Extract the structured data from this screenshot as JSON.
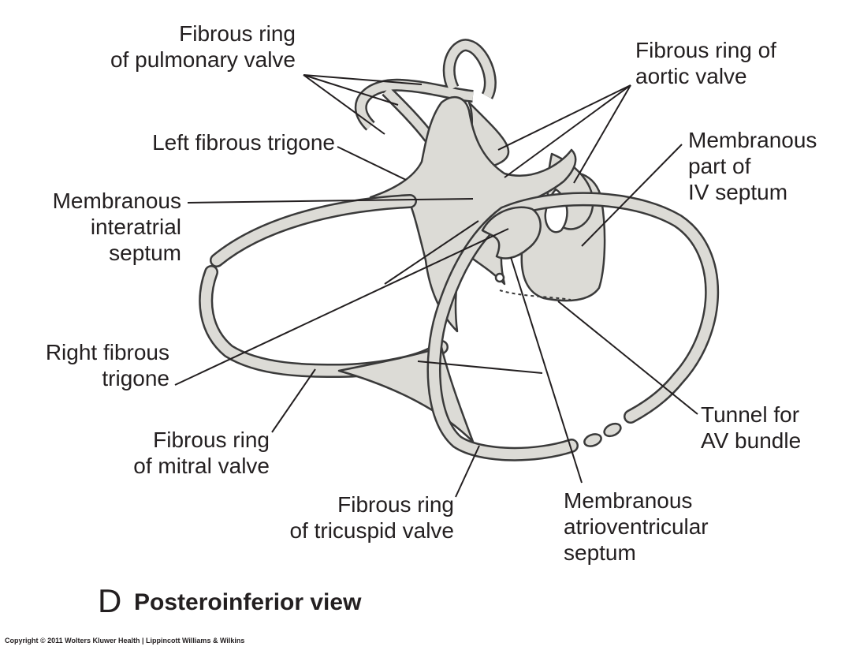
{
  "diagram": {
    "panel_letter": "D",
    "view_title": "Posteroinferior view",
    "copyright": "Copyright © 2011 Wolters Kluwer Health | Lippincott Williams & Wilkins",
    "labels": {
      "pulmonary_ring": [
        "Fibrous ring",
        "of pulmonary valve"
      ],
      "aortic_ring": [
        "Fibrous ring of",
        "aortic valve"
      ],
      "left_trigone": [
        "Left fibrous trigone"
      ],
      "membranous_iv": [
        "Membranous",
        "part of",
        "IV septum"
      ],
      "interatrial": [
        "Membranous",
        "interatrial",
        "septum"
      ],
      "right_trigone": [
        "Right fibrous",
        "trigone"
      ],
      "tunnel_av": [
        "Tunnel for",
        "AV bundle"
      ],
      "mitral_ring": [
        "Fibrous ring",
        "of mitral valve"
      ],
      "tricuspid_ring": [
        "Fibrous ring",
        "of tricuspid valve"
      ],
      "av_septum": [
        "Membranous",
        "atrioventricular",
        "septum"
      ]
    },
    "colors": {
      "tissue_fill": "#dcdbd6",
      "tissue_outline": "#3a3a3a",
      "leader_line": "#231f20"
    }
  }
}
